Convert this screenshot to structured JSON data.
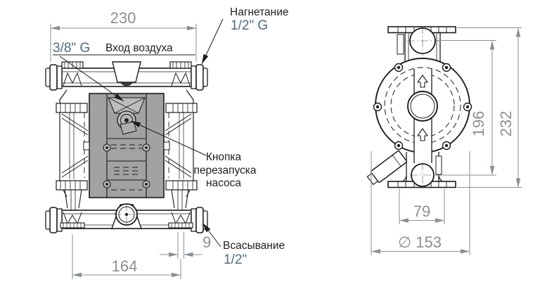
{
  "front_view": {
    "dim_top_width": "230",
    "dim_bottom_width": "164",
    "dim_port_offset": "9",
    "air_inlet_size": "3/8\" G",
    "air_inlet_label": "Вход воздуха",
    "discharge_label": "Нагнетание",
    "discharge_size": "1/2\" G",
    "suction_label": "Всасывание",
    "suction_size": "1/2\"",
    "restart_button_label": [
      "Кнопка",
      "перезапуска",
      "насоса"
    ]
  },
  "side_view": {
    "dim_port_height": "196",
    "dim_total_height": "232",
    "dim_foot_width": "79",
    "dim_body_diameter": "∅ 153"
  },
  "colors": {
    "line": "#1c1c1c",
    "dimension": "#8a8f94",
    "size_text": "#4d6b7d",
    "body_fill": "#a2a2a2",
    "background": "#ffffff"
  }
}
